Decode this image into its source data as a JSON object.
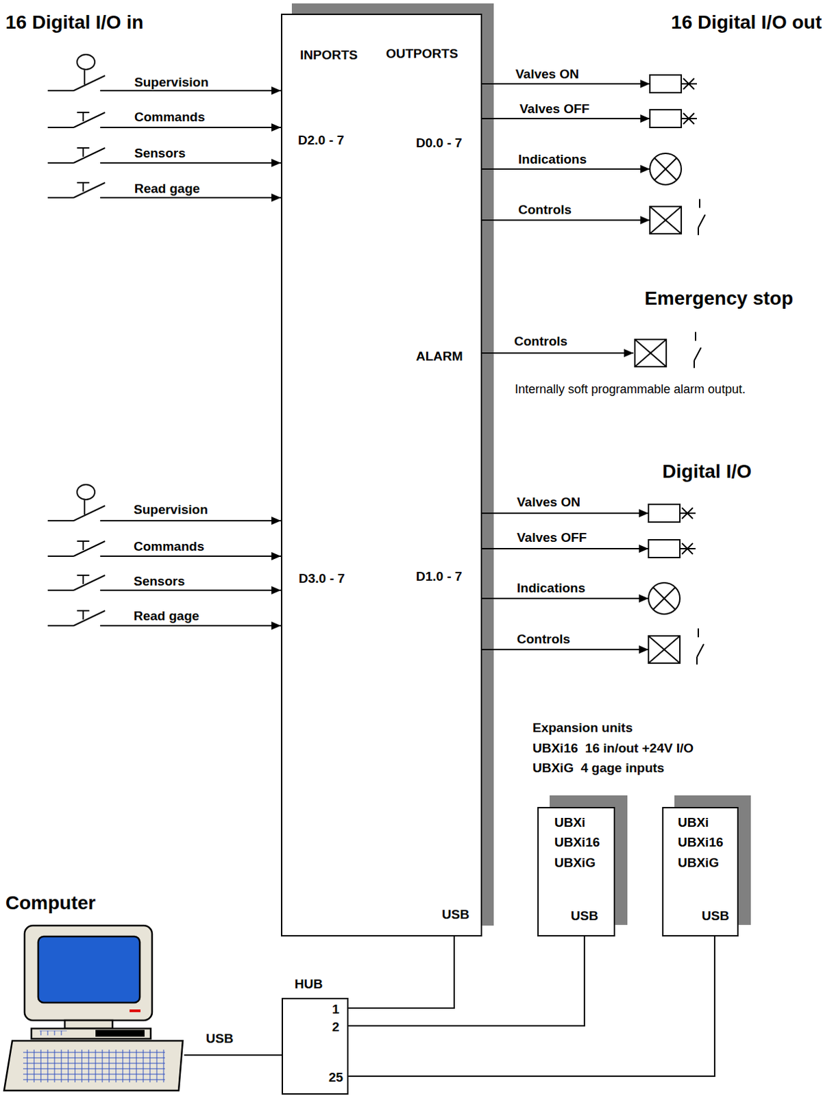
{
  "diagram": {
    "nodes": [
      {
        "text": [
          "INPORTS",
          "OUTPORTS",
          "D2.0 - 7",
          "D0.0 - 7",
          "ALARM",
          "D3.0 - 7",
          "D1.0 - 7",
          "USB"
        ]
      },
      {
        "text": [
          "UBXi",
          "UBXi16",
          "UBXiG",
          "USB"
        ]
      },
      {
        "text": [
          "UBXi",
          "UBXi16",
          "UBXiG",
          "USB"
        ]
      },
      {
        "text": [
          "Computer"
        ]
      },
      {
        "text": [
          "HUB",
          "1",
          "2",
          "25"
        ]
      }
    ],
    "edges": [
      {
        "from": 0,
        "to": 4,
        "arrow": "none"
      },
      {
        "from": 1,
        "to": 4,
        "arrow": "none"
      },
      {
        "from": 2,
        "to": 4,
        "arrow": "none"
      },
      {
        "from": 3,
        "to": 4,
        "label": "USB",
        "arrow": "none"
      }
    ],
    "labels": [
      "16 Digital I/O in",
      "16 Digital I/O out",
      "Supervision",
      "Commands",
      "Sensors",
      "Read gage",
      "Valves ON",
      "Valves OFF",
      "Indications",
      "Controls",
      "Emergency stop",
      "Controls",
      "Internally soft programmable alarm output.",
      "Digital I/O",
      "Supervision",
      "Commands",
      "Sensors",
      "Read gage",
      "Valves ON",
      "Valves OFF",
      "Indications",
      "Controls",
      "Expansion units",
      "UBXi16  16 in/out +24V I/O",
      "UBXiG  4 gage inputs"
    ]
  }
}
